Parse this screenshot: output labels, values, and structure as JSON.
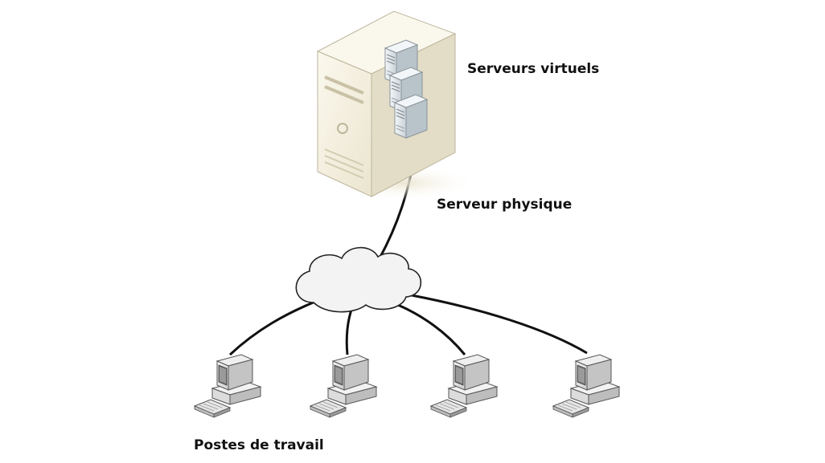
{
  "labels": {
    "virtual_servers": "Serveurs virtuels",
    "physical_server": "Serveur physique",
    "workstations": "Postes de travail"
  },
  "icons": {
    "physical_server": "server-tower-icon",
    "virtual_server": "virtual-server-icon",
    "network": "network-cloud-icon",
    "workstation": "desktop-computer-icon"
  },
  "colors": {
    "case_face": "#f3efdf",
    "case_side": "#ded8c2",
    "virtual_server": "#e4eaee",
    "cloud": "#f2f2f2",
    "line": "#111111"
  },
  "counts": {
    "virtual_servers": 3,
    "workstations": 4
  }
}
